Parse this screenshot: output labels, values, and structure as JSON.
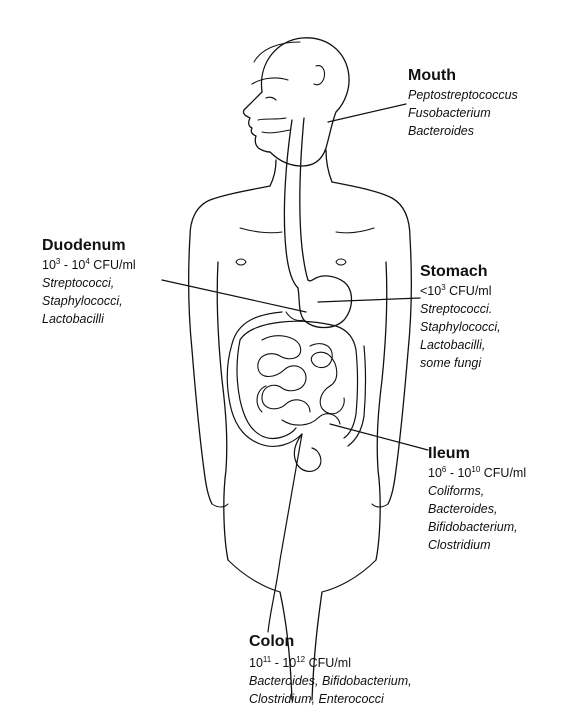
{
  "figure": {
    "regions": [
      {
        "id": "mouth",
        "title": "Mouth",
        "organisms": [
          "Peptostreptococcus",
          "Fusobacterium",
          "Bacteroides"
        ]
      },
      {
        "id": "duodenum",
        "title": "Duodenum",
        "count": {
          "a": "10",
          "a_exp": "3",
          "sep": " - ",
          "b": "10",
          "b_exp": "4",
          "unit": " CFU/ml"
        },
        "organisms": [
          "Streptococci,",
          "Staphylococci,",
          "Lactobacilli"
        ]
      },
      {
        "id": "stomach",
        "title": "Stomach",
        "count": {
          "a": "<10",
          "a_exp": "3",
          "sep": "",
          "b": "",
          "b_exp": "",
          "unit": " CFU/ml"
        },
        "organisms": [
          "Streptococci.",
          "Staphylococci,",
          "Lactobacilli,",
          "some fungi"
        ]
      },
      {
        "id": "ileum",
        "title": "Ileum",
        "count": {
          "a": "10",
          "a_exp": "6",
          "sep": " - ",
          "b": "10",
          "b_exp": "10",
          "unit": " CFU/ml"
        },
        "organisms": [
          "Coliforms,",
          "Bacteroides,",
          "Bifidobacterium,",
          "Clostridium"
        ]
      },
      {
        "id": "colon",
        "title": "Colon",
        "count": {
          "a": "10",
          "a_exp": "11",
          "sep": " - ",
          "b": "10",
          "b_exp": "12",
          "unit": " CFU/ml"
        },
        "organisms": [
          "Bacteroides, Bifidobacterium,",
          "Clostridium, Enterococci"
        ]
      }
    ]
  },
  "colors": {
    "ink": "#111111",
    "background": "#ffffff"
  }
}
